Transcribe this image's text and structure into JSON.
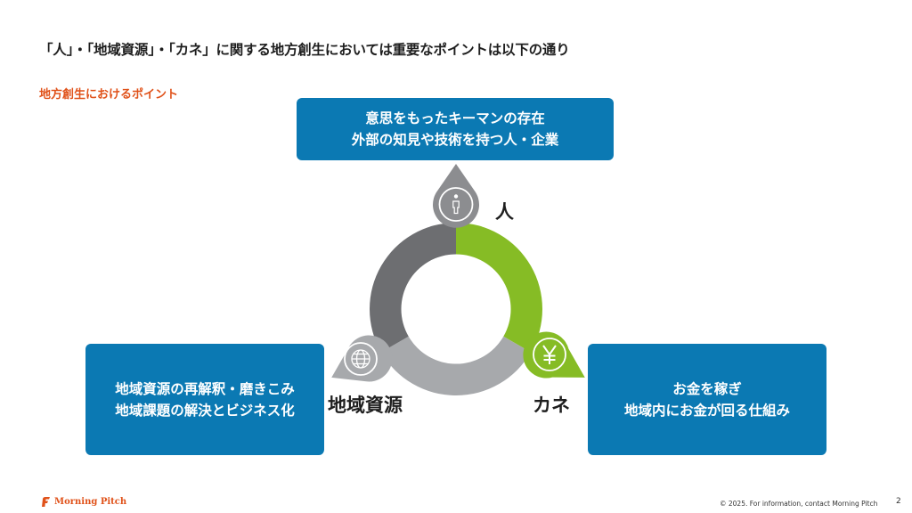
{
  "header": {
    "title": "「人」・「地域資源」・「カネ」に関する地方創生においては重要なポイントは以下の通り",
    "subtitle": "地方創生におけるポイント"
  },
  "diagram": {
    "top_box": {
      "line1": "意思をもったキーマンの存在",
      "line2": "外部の知見や技術を持つ人・企業"
    },
    "left_box": {
      "line1": "地域資源の再解釈・磨きこみ",
      "line2": "地域課題の解決とビジネス化"
    },
    "right_box": {
      "line1": "お金を稼ぎ",
      "line2": "地域内にお金が回る仕組み"
    },
    "labels": {
      "person": "人",
      "resource": "地域資源",
      "money": "カネ"
    },
    "icons": {
      "person": "person-icon",
      "resource": "globe-icon",
      "money": "yen-icon"
    },
    "colors": {
      "box_blue": "#0b79b3",
      "ring_green": "#86bc25",
      "ring_dark_gray": "#6d6e71",
      "ring_light_gray": "#a7a9ac",
      "accent_orange": "#e0521a"
    }
  },
  "footer": {
    "brand": "Morning Pitch",
    "copyright": "© 2025. For information, contact Morning Pitch",
    "page": "2"
  }
}
